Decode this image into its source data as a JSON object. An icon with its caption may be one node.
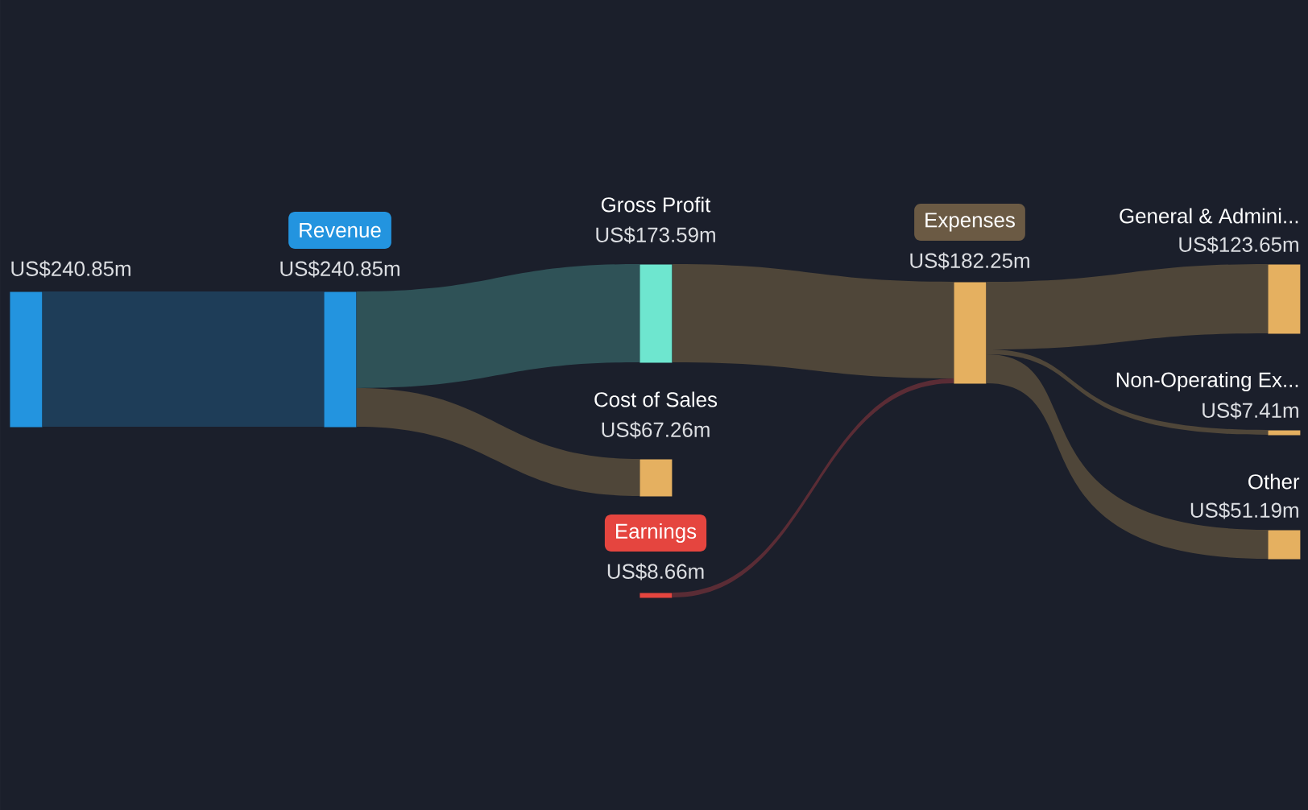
{
  "diagram": {
    "nodes": [
      {
        "text": [
          "US$240.85m"
        ]
      },
      {
        "text": [
          "Revenue",
          "US$240.85m"
        ]
      },
      {
        "text": [
          "Gross Profit",
          "US$173.59m"
        ]
      },
      {
        "text": [
          "Cost of Sales",
          "US$67.26m"
        ]
      },
      {
        "text": [
          "Earnings",
          "US$8.66m"
        ]
      },
      {
        "text": [
          "Expenses",
          "US$182.25m"
        ]
      },
      {
        "text": [
          "General & Admini...",
          "US$123.65m"
        ]
      },
      {
        "text": [
          "Non-Operating Ex...",
          "US$7.41m"
        ]
      },
      {
        "text": [
          "Other",
          "US$51.19m"
        ]
      }
    ],
    "edges": [
      {
        "from": 0,
        "to": 1,
        "arrow": "none",
        "color": "#1e3d58"
      },
      {
        "from": 1,
        "to": 2,
        "arrow": "none",
        "color": "#2f5257"
      },
      {
        "from": 1,
        "to": 3,
        "arrow": "none"
      },
      {
        "from": 2,
        "to": 5,
        "arrow": "none"
      },
      {
        "from": 4,
        "to": 5,
        "arrow": "none",
        "color": "#5a2c35"
      },
      {
        "from": 5,
        "to": 6,
        "arrow": "none"
      },
      {
        "from": 5,
        "to": 7,
        "arrow": "none"
      },
      {
        "from": 5,
        "to": 8,
        "arrow": "none"
      }
    ]
  }
}
